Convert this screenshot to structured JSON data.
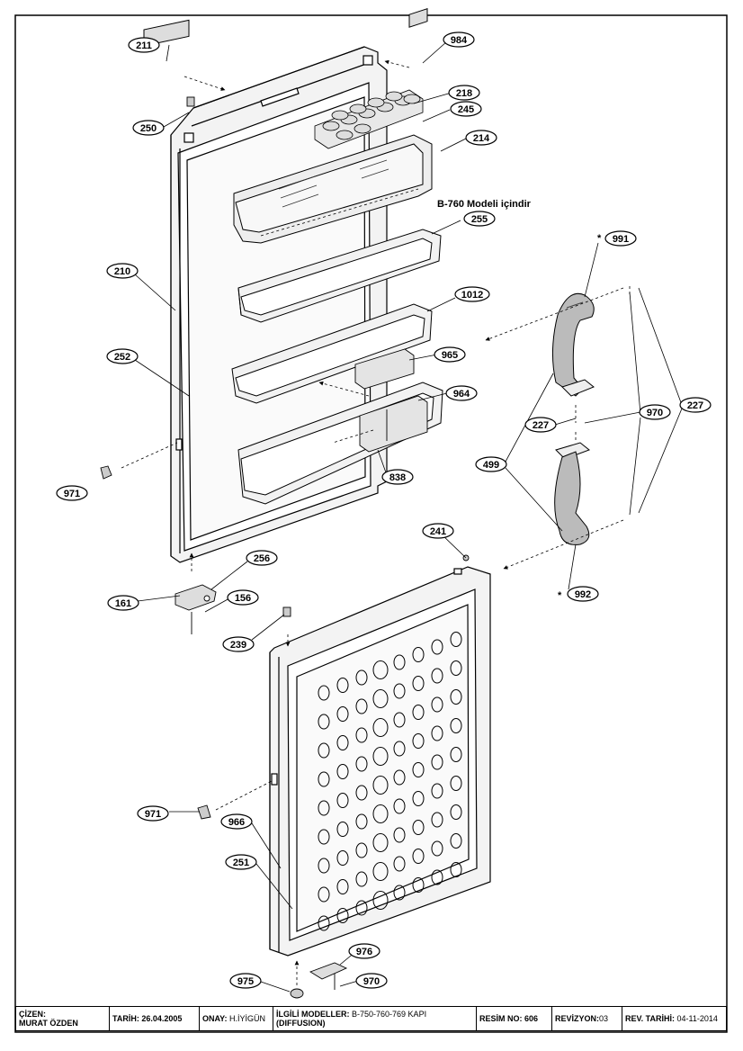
{
  "drawing": {
    "note": "B-760 Modeli içindir",
    "parts": {
      "p211": "211",
      "p984": "984",
      "p250": "250",
      "p218": "218",
      "p245": "245",
      "p214": "214",
      "p255": "255",
      "p210": "210",
      "p1012": "1012",
      "p252": "252",
      "p965": "965",
      "p964": "964",
      "p971a": "971",
      "p838": "838",
      "p991": "991",
      "p227a": "227",
      "p970a": "970",
      "p227b": "227",
      "p499": "499",
      "p241": "241",
      "p256": "256",
      "p161": "161",
      "p156": "156",
      "p992": "992",
      "p239": "239",
      "p971b": "971",
      "p966": "966",
      "p251": "251",
      "p976": "976",
      "p975": "975",
      "p970b": "970"
    },
    "star": "*"
  },
  "titleblock": {
    "cizen_label": "ÇİZEN:",
    "cizen_name": "MURAT ÖZDEN",
    "tarih_label": "TARİH:",
    "tarih_value": "26.04.2005",
    "onay_label": "ONAY:",
    "onay_value": "H.İYİGÜN",
    "modeller_label": "İLGİLİ MODELLER:",
    "modeller_value": "B-750-760-769 KAPI",
    "modeller_extra": "(DIFFUSION)",
    "resim_label": "RESİM NO:",
    "resim_value": "606",
    "revizyon_label": "REVİZYON:",
    "revizyon_value": "03",
    "revtarih_label": "REV. TARİHİ:",
    "revtarih_value": "04-11-2014"
  }
}
